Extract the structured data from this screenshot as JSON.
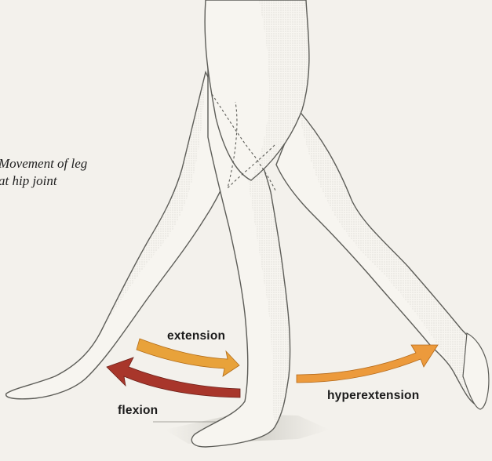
{
  "caption": {
    "line1": "Movement of leg",
    "line2": "at hip joint"
  },
  "labels": {
    "extension": "extension",
    "flexion": "flexion",
    "hyperextension": "hyperextension"
  },
  "colors": {
    "background": "#f3f1ec",
    "extension_arrow": "#e8a23a",
    "flexion_arrow": "#a8362b",
    "hyperextension_arrow": "#ec9a3c",
    "outline": "#5d5d58",
    "skin": "#f7f5f0"
  },
  "icons": {
    "extension_arrow": "curved-right-arrow",
    "flexion_arrow": "curved-left-arrow",
    "hyperextension_arrow": "curved-up-right-arrow"
  }
}
